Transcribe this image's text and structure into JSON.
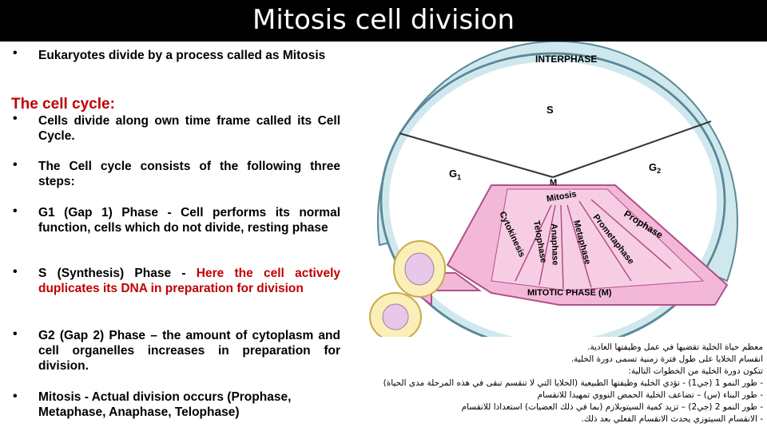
{
  "header": {
    "title": "Mitosis cell division"
  },
  "intro": {
    "text": "Eukaryotes divide by a process called as Mitosis"
  },
  "cycle_heading": "The cell cycle:",
  "bullets": [
    {
      "text": "Cells divide along own time frame called its Cell Cycle."
    },
    {
      "text": "The Cell cycle consists of the following three steps:"
    },
    {
      "text": "G1 (Gap 1) Phase - Cell performs its normal function, cells which do not divide, resting phase"
    },
    {
      "text_a": "S (Synthesis) Phase - ",
      "text_b": "Here the cell actively duplicates its DNA in preparation for division"
    },
    {
      "text": "G2 (Gap 2) Phase – the amount of cytoplasm and cell organelles increases in preparation for division."
    },
    {
      "text": "Mitosis - Actual division occurs (Prophase, Metaphase, Anaphase, Telophase)"
    }
  ],
  "diagram": {
    "interphase_label": "INTERPHASE",
    "s_label": "S",
    "g1_label": "G",
    "g1_sub": "1",
    "g2_label": "G",
    "g2_sub": "2",
    "m_label": "M",
    "mitosis_label": "Mitosis",
    "mitotic_phase_label": "MITOTIC PHASE (M)",
    "phases": [
      "Cytokinesis",
      "Telophase",
      "Anaphase",
      "Metaphase",
      "Prometaphase",
      "Prophase"
    ],
    "colors": {
      "ring": "#cfe8ee",
      "ring_stroke": "#5a8a99",
      "mitotic": "#f3b8d8",
      "mitotic_dark": "#d46aa6",
      "cell": "#fbefb8",
      "cell_stroke": "#c9a94a",
      "nucleus": "#e8c8e8"
    }
  },
  "arabic": [
    "معظم حياة الخلية تقضيها في عمل وظيفتها العادية.",
    "انقسام الخلايا على طول فترة زمنية تسمى دورة الخلية.",
    "تتكون دورة الخلية من الخطوات التالية:",
    "- طور النمو 1 (جي1) - تؤدي الخلية وظيفتها الطبيعية (الخلايا التي لا تنقسم تبقى في هذه المرحلة مدى الحياة)",
    "- طور البناء (س) – تضاعف الخلية الحمض النووي تمهيدا للانقسام",
    "- طور النمو 2 (جي2) – تزيد كمية السيتوبلازم (بما في ذلك العضيات) استعدادا للانقسام",
    "- الانقسام السيتوزي يحدث الانقسام الفعلي بعد ذلك."
  ]
}
